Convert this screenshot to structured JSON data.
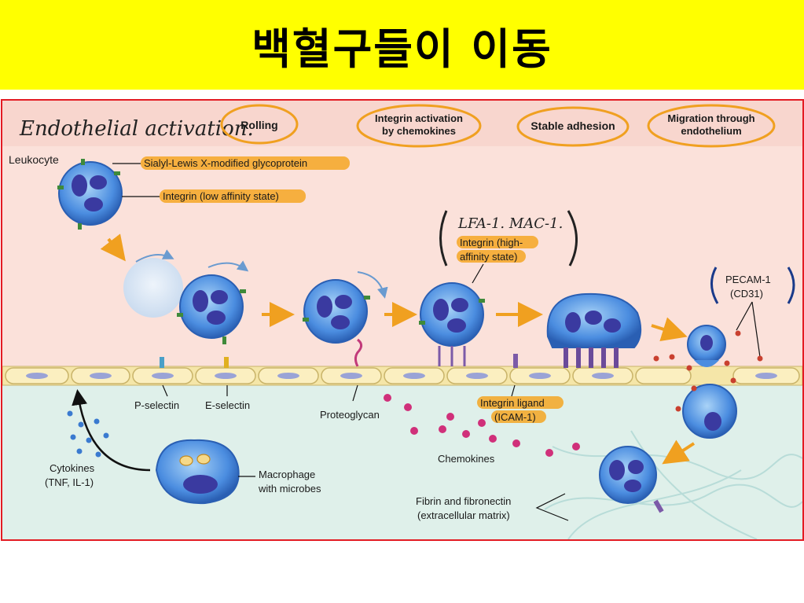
{
  "title": "백혈구들이 이동",
  "figure": {
    "handwritten_heading": "Endothelial activation.",
    "stages": {
      "rolling": "Rolling",
      "integrin_activation_1": "Integrin activation",
      "integrin_activation_2": "by chemokines",
      "stable_adhesion": "Stable adhesion",
      "migration_1": "Migration through",
      "migration_2": "endothelium"
    },
    "labels": {
      "leukocyte": "Leukocyte",
      "sialyl": "Sialyl-Lewis X-modified glycoprotein",
      "integrin_low": "Integrin (low affinity state)",
      "lfa_note": "LFA-1. MAC-1.",
      "integrin_high_1": "Integrin (high-",
      "integrin_high_2": "affinity state)",
      "pecam_1": "PECAM-1",
      "pecam_2": "(CD31)",
      "p_selectin": "P-selectin",
      "e_selectin": "E-selectin",
      "proteoglycan": "Proteoglycan",
      "integrin_ligand_1": "Integrin ligand",
      "integrin_ligand_2": "(ICAM-1)",
      "chemokines": "Chemokines",
      "cytokines_1": "Cytokines",
      "cytokines_2": "(TNF, IL-1)",
      "macrophage_1": "Macrophage",
      "macrophage_2": "with microbes",
      "fibrin_1": "Fibrin and fibronectin",
      "fibrin_2": "(extracellular matrix)"
    },
    "colors": {
      "title_bg": "#ffff00",
      "frame": "#e31b23",
      "highlight": "#f5a623",
      "cell_blue": "#3f7fd4",
      "nucleus": "#3a3aa0"
    }
  }
}
